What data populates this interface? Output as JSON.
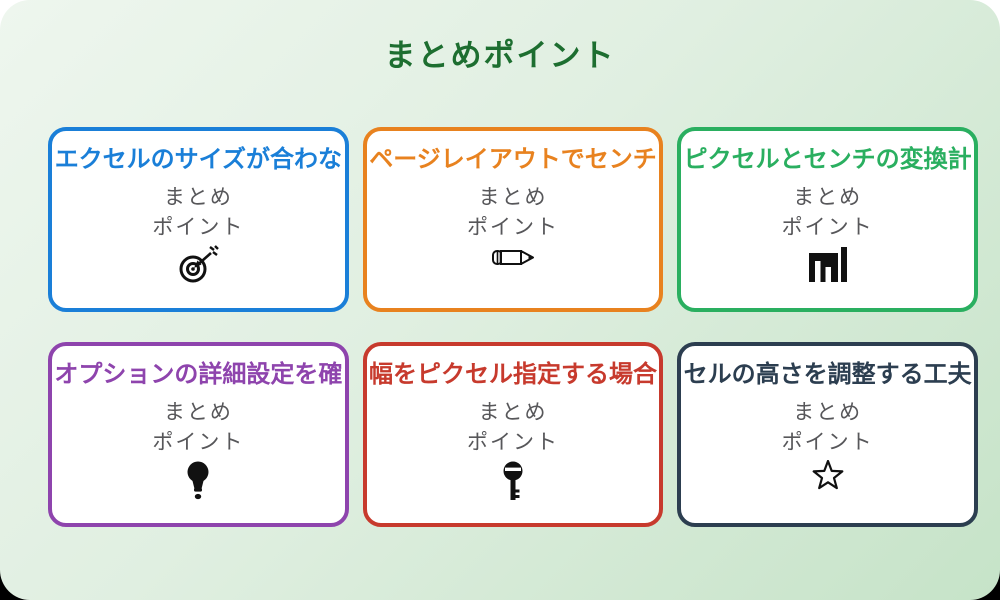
{
  "page": {
    "title": "まとめポイント",
    "title_color": "#1d6e30",
    "background_from": "#eef6ee",
    "background_to": "#c6e3c8"
  },
  "card_common": {
    "line1": "まとめ",
    "line2": "ポイント"
  },
  "cards": [
    {
      "title": "エクセルのサイズが合わな",
      "color": "#1a7fd8",
      "icon": "dart-target-icon"
    },
    {
      "title": "ページレイアウトでセンチ",
      "color": "#e8821f",
      "icon": "pencil-icon"
    },
    {
      "title": "ピクセルとセンチの変換計",
      "color": "#2aaf60",
      "icon": "bar-chart-icon"
    },
    {
      "title": "オプションの詳細設定を確",
      "color": "#8e44ad",
      "icon": "lightbulb-icon"
    },
    {
      "title": "幅をピクセル指定する場合",
      "color": "#c73a2d",
      "icon": "key-icon"
    },
    {
      "title": "セルの高さを調整する工夫",
      "color": "#2c3e50",
      "icon": "star-icon"
    }
  ]
}
